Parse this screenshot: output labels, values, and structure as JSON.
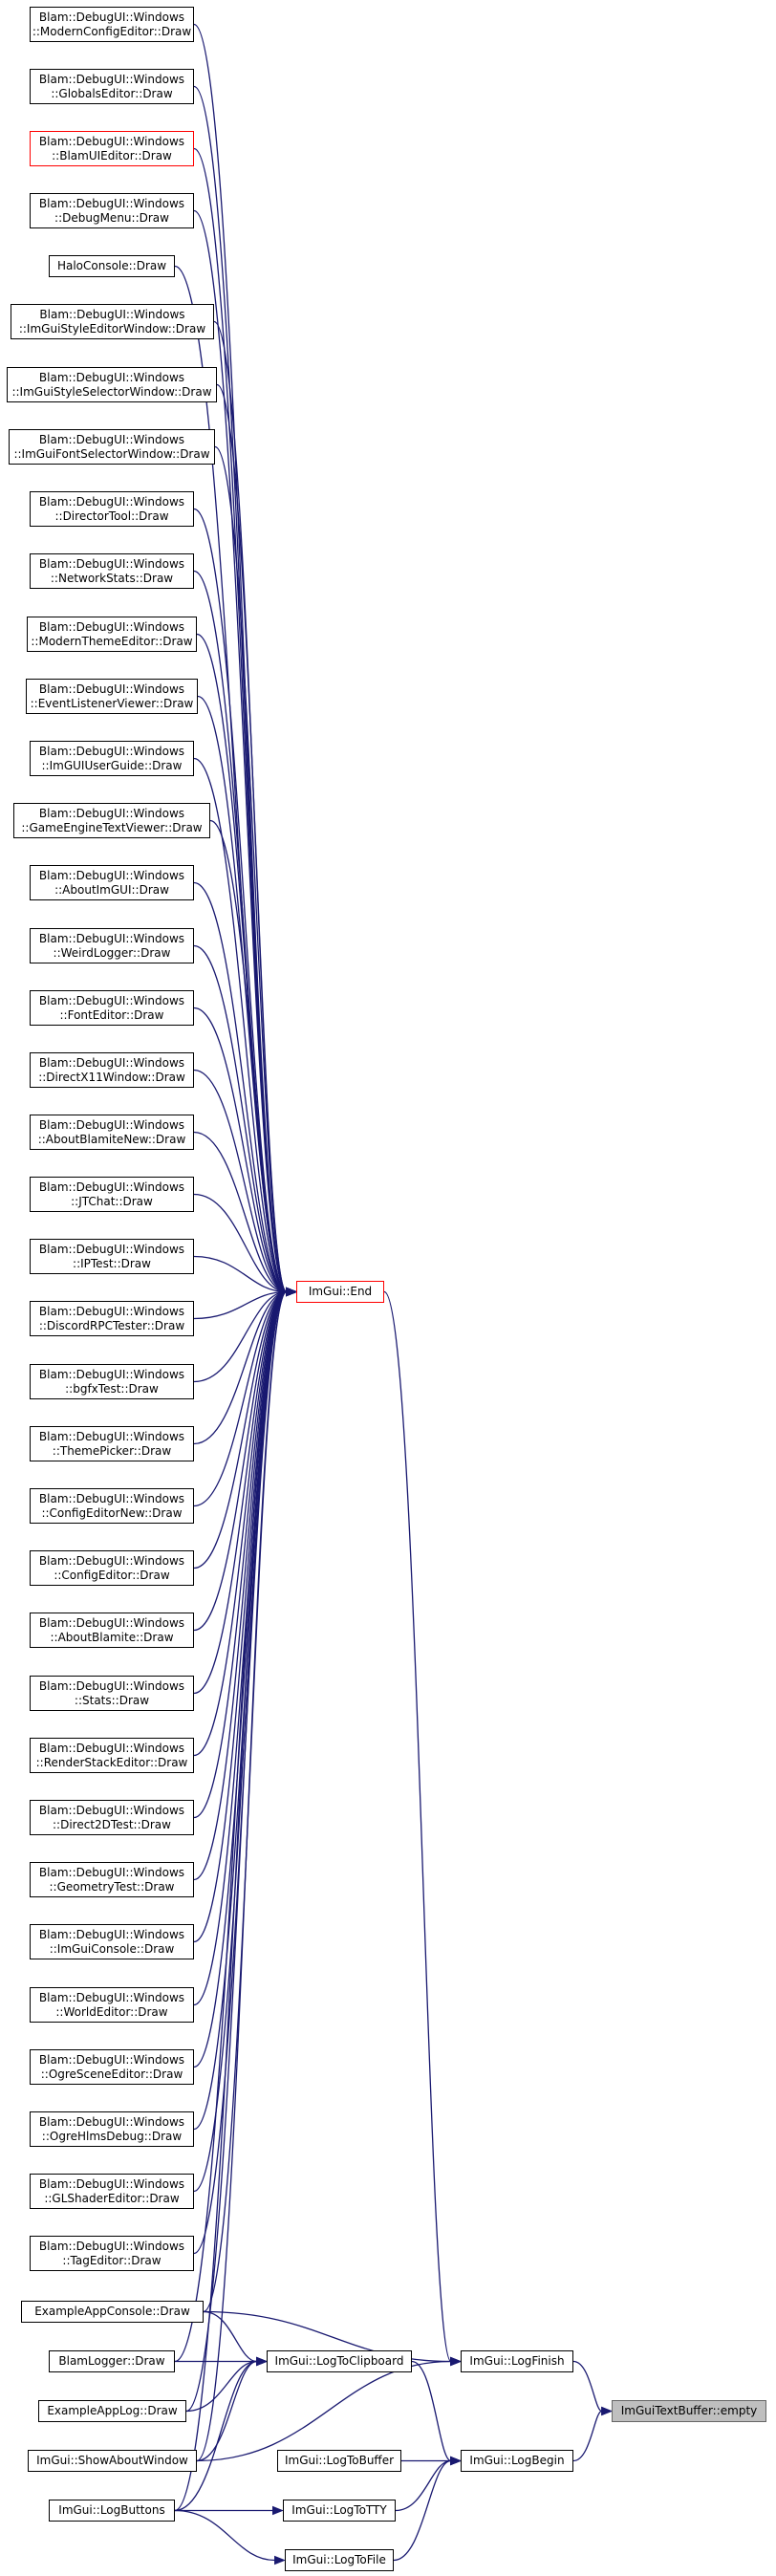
{
  "graph": {
    "edge_color": "#191970",
    "highlight_border": "#ff0000",
    "selected_fill": "#bfbfbf",
    "nodes": {
      "modern_config_editor": [
        "Blam::DebugUI::Windows",
        "::ModernConfigEditor::Draw"
      ],
      "globals_editor": [
        "Blam::DebugUI::Windows",
        "::GlobalsEditor::Draw"
      ],
      "blam_ui_editor": [
        "Blam::DebugUI::Windows",
        "::BlamUIEditor::Draw"
      ],
      "debug_menu": [
        "Blam::DebugUI::Windows",
        "::DebugMenu::Draw"
      ],
      "halo_console": [
        "HaloConsole::Draw"
      ],
      "imgui_style_editor": [
        "Blam::DebugUI::Windows",
        "::ImGuiStyleEditorWindow::Draw"
      ],
      "imgui_style_selector": [
        "Blam::DebugUI::Windows",
        "::ImGuiStyleSelectorWindow::Draw"
      ],
      "imgui_font_selector": [
        "Blam::DebugUI::Windows",
        "::ImGuiFontSelectorWindow::Draw"
      ],
      "director_tool": [
        "Blam::DebugUI::Windows",
        "::DirectorTool::Draw"
      ],
      "network_stats": [
        "Blam::DebugUI::Windows",
        "::NetworkStats::Draw"
      ],
      "modern_theme_editor": [
        "Blam::DebugUI::Windows",
        "::ModernThemeEditor::Draw"
      ],
      "event_listener_viewer": [
        "Blam::DebugUI::Windows",
        "::EventListenerViewer::Draw"
      ],
      "imgui_user_guide": [
        "Blam::DebugUI::Windows",
        "::ImGUIUserGuide::Draw"
      ],
      "game_engine_text_viewer": [
        "Blam::DebugUI::Windows",
        "::GameEngineTextViewer::Draw"
      ],
      "about_imgui": [
        "Blam::DebugUI::Windows",
        "::AboutImGUI::Draw"
      ],
      "weird_logger": [
        "Blam::DebugUI::Windows",
        "::WeirdLogger::Draw"
      ],
      "font_editor": [
        "Blam::DebugUI::Windows",
        "::FontEditor::Draw"
      ],
      "directx11_window": [
        "Blam::DebugUI::Windows",
        "::DirectX11Window::Draw"
      ],
      "about_blamite_new": [
        "Blam::DebugUI::Windows",
        "::AboutBlamiteNew::Draw"
      ],
      "jt_chat": [
        "Blam::DebugUI::Windows",
        "::JTChat::Draw"
      ],
      "ip_test": [
        "Blam::DebugUI::Windows",
        "::IPTest::Draw"
      ],
      "discord_rpc_tester": [
        "Blam::DebugUI::Windows",
        "::DiscordRPCTester::Draw"
      ],
      "bgfx_test": [
        "Blam::DebugUI::Windows",
        "::bgfxTest::Draw"
      ],
      "theme_picker": [
        "Blam::DebugUI::Windows",
        "::ThemePicker::Draw"
      ],
      "config_editor_new": [
        "Blam::DebugUI::Windows",
        "::ConfigEditorNew::Draw"
      ],
      "config_editor": [
        "Blam::DebugUI::Windows",
        "::ConfigEditor::Draw"
      ],
      "about_blamite": [
        "Blam::DebugUI::Windows",
        "::AboutBlamite::Draw"
      ],
      "stats": [
        "Blam::DebugUI::Windows",
        "::Stats::Draw"
      ],
      "render_stack_editor": [
        "Blam::DebugUI::Windows",
        "::RenderStackEditor::Draw"
      ],
      "direct2d_test": [
        "Blam::DebugUI::Windows",
        "::Direct2DTest::Draw"
      ],
      "geometry_test": [
        "Blam::DebugUI::Windows",
        "::GeometryTest::Draw"
      ],
      "imgui_console": [
        "Blam::DebugUI::Windows",
        "::ImGuiConsole::Draw"
      ],
      "world_editor": [
        "Blam::DebugUI::Windows",
        "::WorldEditor::Draw"
      ],
      "ogre_scene_editor": [
        "Blam::DebugUI::Windows",
        "::OgreSceneEditor::Draw"
      ],
      "ogre_hlms_debug": [
        "Blam::DebugUI::Windows",
        "::OgreHlmsDebug::Draw"
      ],
      "gl_shader_editor": [
        "Blam::DebugUI::Windows",
        "::GLShaderEditor::Draw"
      ],
      "tag_editor": [
        "Blam::DebugUI::Windows",
        "::TagEditor::Draw"
      ],
      "example_app_console": [
        "ExampleAppConsole::Draw"
      ],
      "blam_logger": [
        "BlamLogger::Draw"
      ],
      "example_app_log": [
        "ExampleAppLog::Draw"
      ],
      "show_about_window": [
        "ImGui::ShowAboutWindow"
      ],
      "log_buttons": [
        "ImGui::LogButtons"
      ],
      "imgui_end": [
        "ImGui::End"
      ],
      "log_to_clipboard": [
        "ImGui::LogToClipboard"
      ],
      "log_to_buffer": [
        "ImGui::LogToBuffer"
      ],
      "log_to_tty": [
        "ImGui::LogToTTY"
      ],
      "log_to_file": [
        "ImGui::LogToFile"
      ],
      "log_finish": [
        "ImGui::LogFinish"
      ],
      "log_begin": [
        "ImGui::LogBegin"
      ],
      "text_buffer_empty": [
        "ImGuiTextBuffer::empty"
      ]
    },
    "edges": [
      [
        "modern_config_editor",
        "imgui_end"
      ],
      [
        "globals_editor",
        "imgui_end"
      ],
      [
        "blam_ui_editor",
        "imgui_end"
      ],
      [
        "debug_menu",
        "imgui_end"
      ],
      [
        "halo_console",
        "imgui_end"
      ],
      [
        "imgui_style_editor",
        "imgui_end"
      ],
      [
        "imgui_style_selector",
        "imgui_end"
      ],
      [
        "imgui_font_selector",
        "imgui_end"
      ],
      [
        "director_tool",
        "imgui_end"
      ],
      [
        "network_stats",
        "imgui_end"
      ],
      [
        "modern_theme_editor",
        "imgui_end"
      ],
      [
        "event_listener_viewer",
        "imgui_end"
      ],
      [
        "imgui_user_guide",
        "imgui_end"
      ],
      [
        "game_engine_text_viewer",
        "imgui_end"
      ],
      [
        "about_imgui",
        "imgui_end"
      ],
      [
        "weird_logger",
        "imgui_end"
      ],
      [
        "font_editor",
        "imgui_end"
      ],
      [
        "directx11_window",
        "imgui_end"
      ],
      [
        "about_blamite_new",
        "imgui_end"
      ],
      [
        "jt_chat",
        "imgui_end"
      ],
      [
        "ip_test",
        "imgui_end"
      ],
      [
        "discord_rpc_tester",
        "imgui_end"
      ],
      [
        "bgfx_test",
        "imgui_end"
      ],
      [
        "theme_picker",
        "imgui_end"
      ],
      [
        "config_editor_new",
        "imgui_end"
      ],
      [
        "config_editor",
        "imgui_end"
      ],
      [
        "about_blamite",
        "imgui_end"
      ],
      [
        "stats",
        "imgui_end"
      ],
      [
        "render_stack_editor",
        "imgui_end"
      ],
      [
        "direct2d_test",
        "imgui_end"
      ],
      [
        "geometry_test",
        "imgui_end"
      ],
      [
        "imgui_console",
        "imgui_end"
      ],
      [
        "world_editor",
        "imgui_end"
      ],
      [
        "ogre_scene_editor",
        "imgui_end"
      ],
      [
        "ogre_hlms_debug",
        "imgui_end"
      ],
      [
        "gl_shader_editor",
        "imgui_end"
      ],
      [
        "tag_editor",
        "imgui_end"
      ],
      [
        "example_app_console",
        "imgui_end"
      ],
      [
        "blam_logger",
        "imgui_end"
      ],
      [
        "example_app_log",
        "imgui_end"
      ],
      [
        "show_about_window",
        "imgui_end"
      ],
      [
        "log_buttons",
        "imgui_end"
      ],
      [
        "imgui_end",
        "log_finish"
      ],
      [
        "example_app_console",
        "log_finish"
      ],
      [
        "example_app_console",
        "log_to_clipboard"
      ],
      [
        "blam_logger",
        "log_to_clipboard"
      ],
      [
        "example_app_log",
        "log_to_clipboard"
      ],
      [
        "show_about_window",
        "log_to_clipboard"
      ],
      [
        "log_buttons",
        "log_to_clipboard"
      ],
      [
        "show_about_window",
        "log_finish"
      ],
      [
        "log_buttons",
        "log_to_tty"
      ],
      [
        "log_buttons",
        "log_to_file"
      ],
      [
        "log_to_clipboard",
        "log_begin"
      ],
      [
        "log_to_buffer",
        "log_begin"
      ],
      [
        "log_to_tty",
        "log_begin"
      ],
      [
        "log_to_file",
        "log_begin"
      ],
      [
        "log_finish",
        "text_buffer_empty"
      ],
      [
        "log_begin",
        "text_buffer_empty"
      ]
    ]
  }
}
